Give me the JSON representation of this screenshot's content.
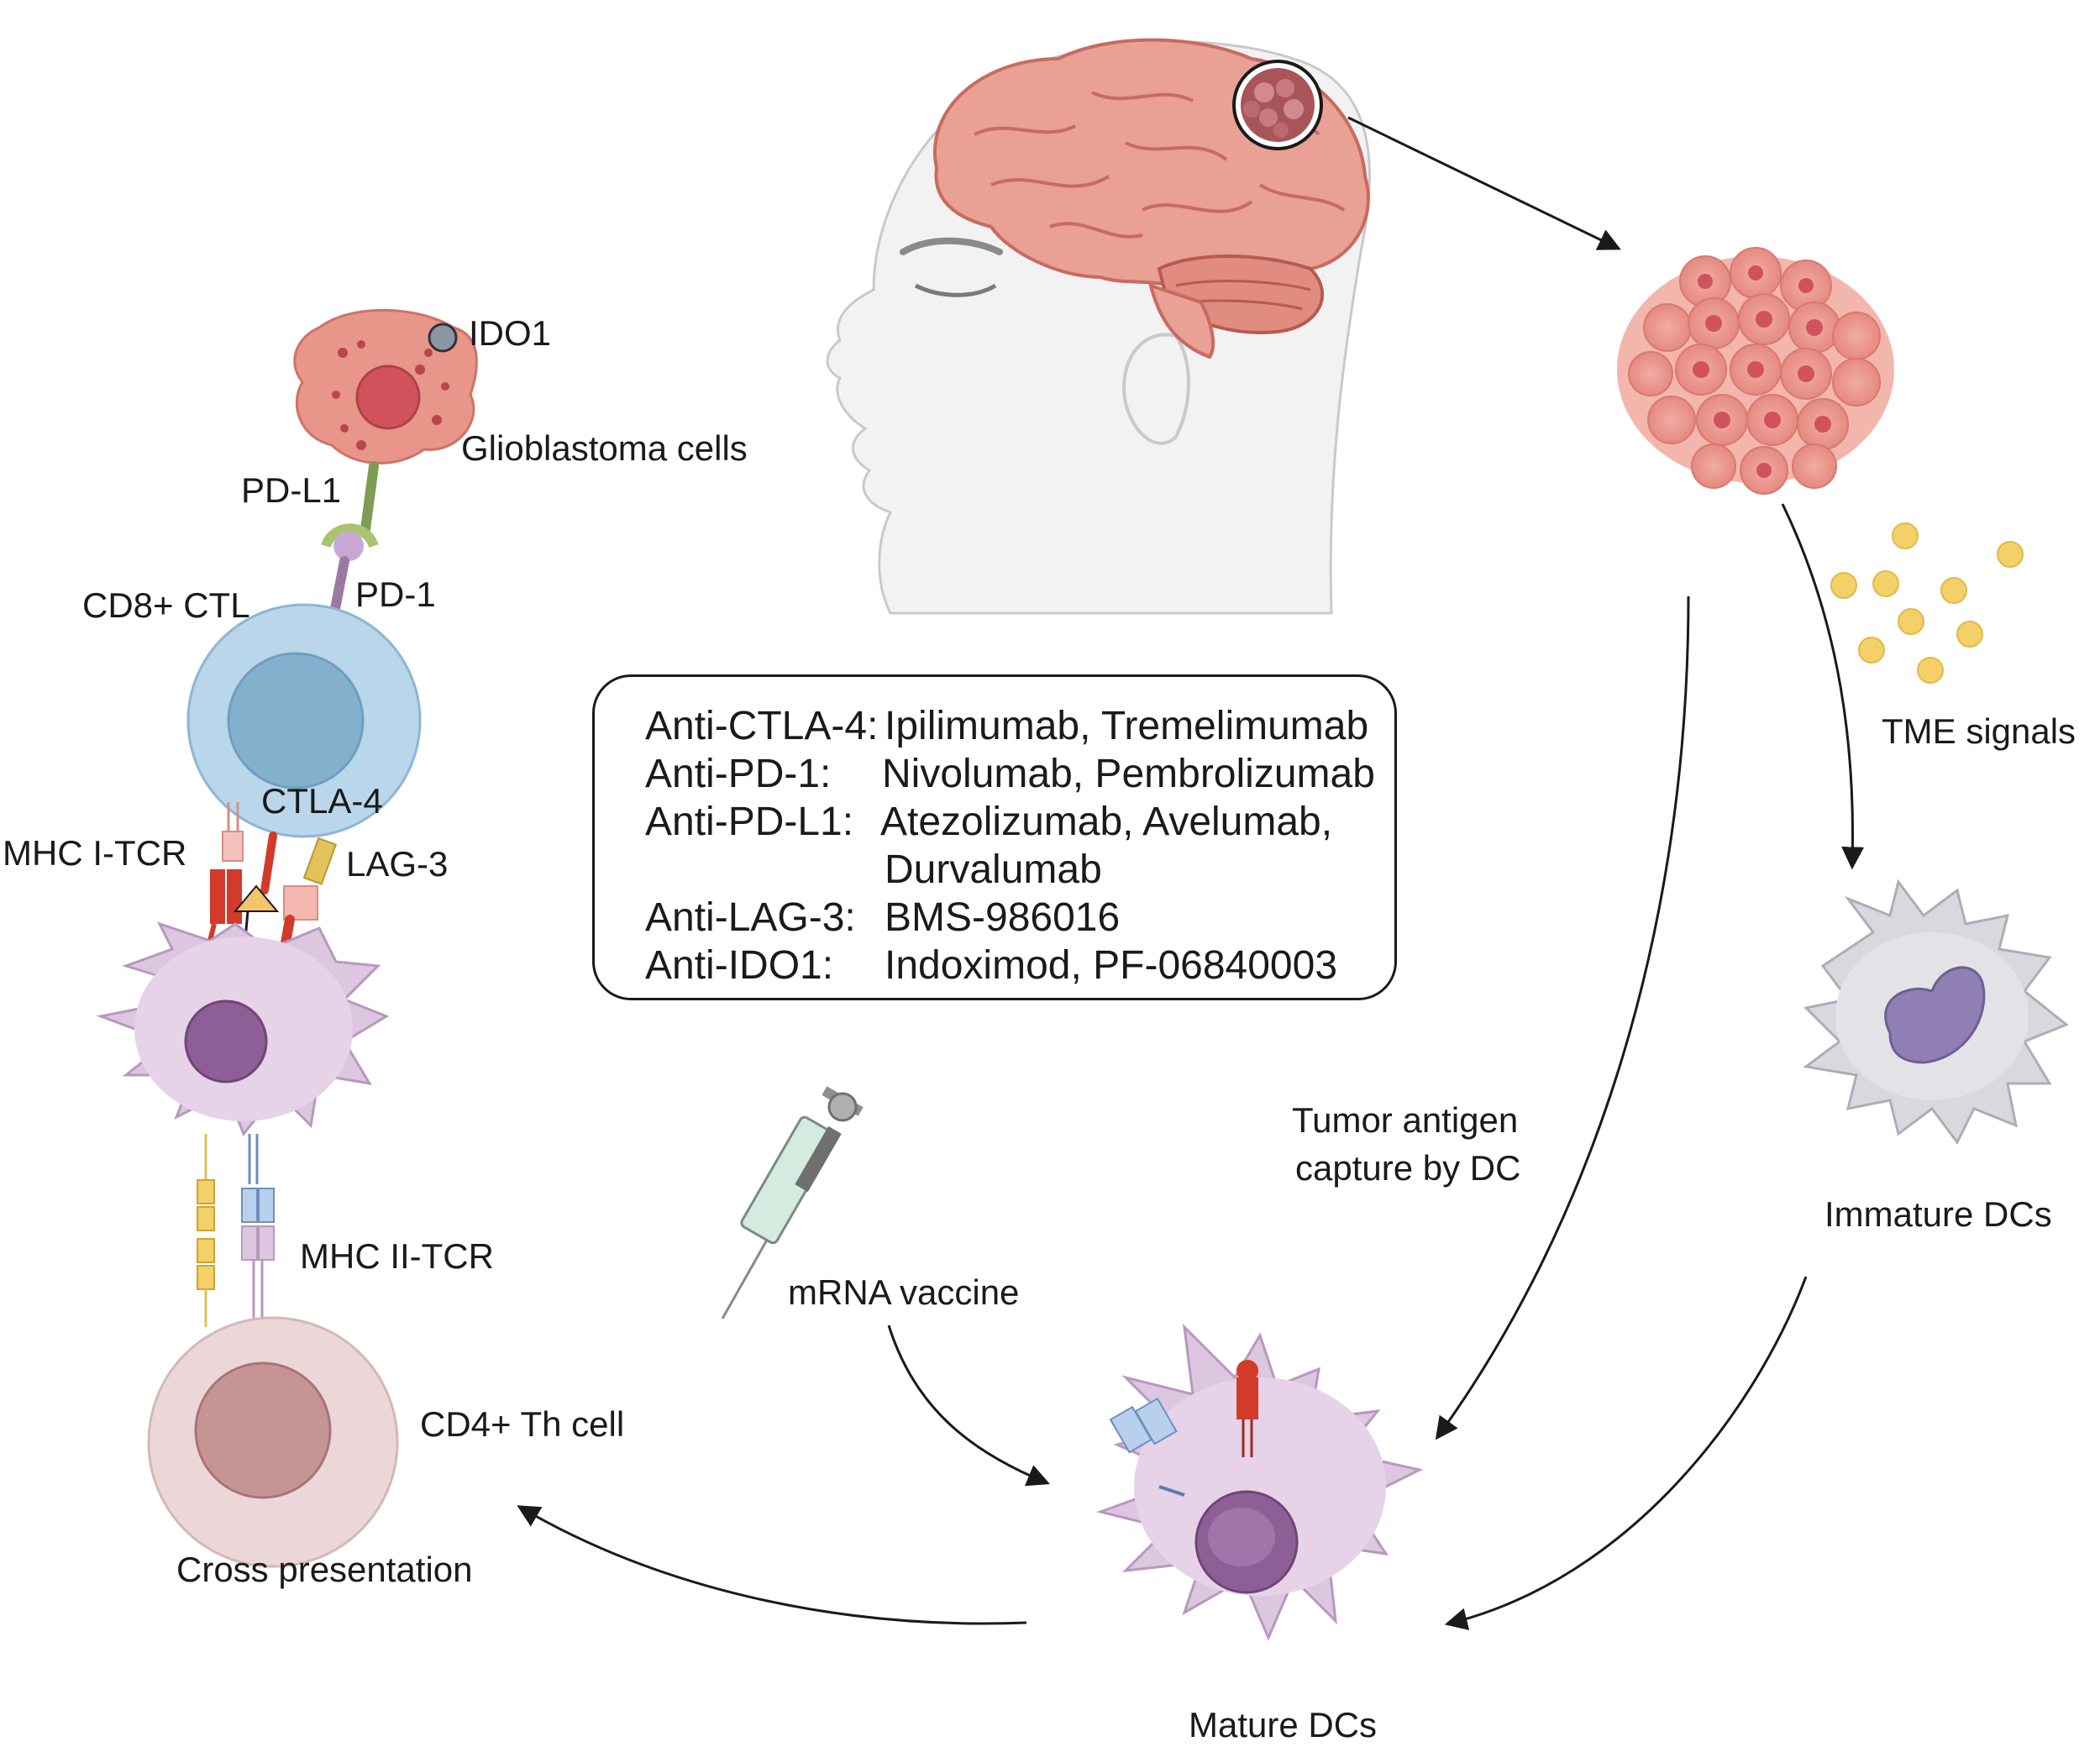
{
  "labels": {
    "ido1": "IDO1",
    "glioblastoma": "Glioblastoma cells",
    "pdl1": "PD-L1",
    "pd1": "PD-1",
    "cd8": "CD8+ CTL",
    "ctla4": "CTLA-4",
    "mhc1": "MHC I-TCR",
    "lag3": "LAG-3",
    "mhc2": "MHC II-TCR",
    "cd4": "CD4+ Th cell",
    "cross": "Cross presentation",
    "mrna": "mRNA vaccine",
    "tumor_capture_1": "Tumor antigen",
    "tumor_capture_2": "capture by DC",
    "tme": "TME signals",
    "immature": "Immature DCs",
    "mature": "Mature DCs"
  },
  "drugs": {
    "ctla4_head": "Anti-CTLA-4:",
    "ctla4_names": "Ipilimumab, Tremelimumab",
    "pd1_head": "Anti-PD-1:",
    "pd1_names": "Nivolumab, Pembrolizumab",
    "pdl1_head": "Anti-PD-L1:",
    "pdl1_names": "Atezolizumab, Avelumab,",
    "pdl1_names_2": "Durvalumab",
    "lag3_head": "Anti-LAG-3:",
    "lag3_names": "BMS-986016",
    "ido1_head": "Anti-IDO1:",
    "ido1_names": "Indoximod, PF-06840003"
  },
  "colors": {
    "tumor": "#e8958a",
    "brain": "#e9a095",
    "tcell": "#b9d6ea",
    "dc": "#dcc6e0",
    "immature_dc": "#d9d8de",
    "th": "#ebd7d7",
    "tme_dot": "#f3d068"
  }
}
